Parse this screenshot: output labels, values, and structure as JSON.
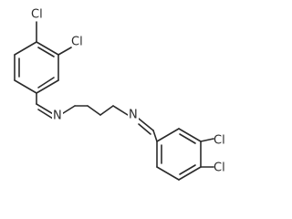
{
  "atoms": {
    "cl_top_a": "Cl",
    "cl_top_b": "Cl",
    "n_left": "N",
    "n_right": "N",
    "cl_bottom_a": "Cl",
    "cl_bottom_b": "Cl"
  },
  "colors": {
    "bond": "#2b2b2b",
    "label": "#2b2b2b",
    "background": "#ffffff"
  }
}
